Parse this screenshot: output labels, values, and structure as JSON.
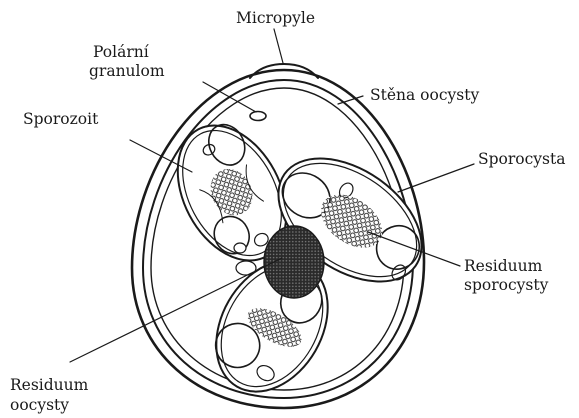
{
  "diagram": {
    "labels": {
      "micropyle": "Micropyle",
      "polar_granule_line1": "Polární",
      "polar_granule_line2": "granulom",
      "oocyst_wall": "Stěna oocysty",
      "sporozoite": "Sporozoit",
      "sporocyst": "Sporocysta",
      "sporocyst_residuum_line1": "Residuum",
      "sporocyst_residuum_line2": "sporocysty",
      "oocyst_residuum_line1": "Residuum",
      "oocyst_residuum_line2": "oocysty"
    },
    "colors": {
      "ink": "#1a1a1a",
      "background": "#ffffff"
    }
  }
}
